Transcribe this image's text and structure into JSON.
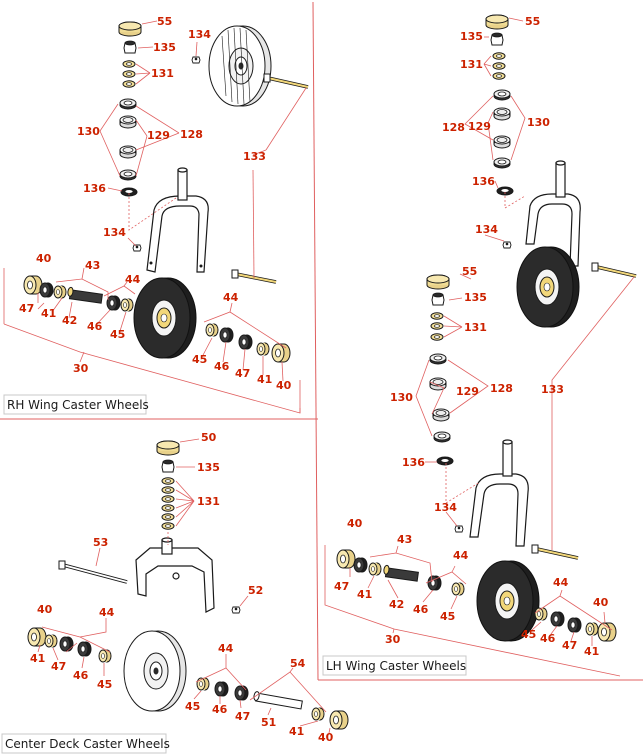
{
  "colors": {
    "callout": "#cc2200",
    "leader": "#e06060",
    "outline": "#1a1a1a",
    "brass": "#f0dc94",
    "tire": "#222222",
    "hub": "#f2d77a"
  },
  "sections": {
    "rh": "RH Wing Caster Wheels",
    "lh": "LH Wing Caster Wheels",
    "center": "Center Deck Caster Wheels"
  },
  "callouts": {
    "rh": {
      "c55": "55",
      "c134a": "134",
      "c135": "135",
      "c131": "131",
      "c130": "130",
      "c129": "129",
      "c128": "128",
      "c133": "133",
      "c136": "136",
      "c134b": "134",
      "c40a": "40",
      "c43": "43",
      "c44a": "44",
      "c47a": "47",
      "c41a": "41",
      "c42": "42",
      "c46a": "46",
      "c45a": "45",
      "c44b": "44",
      "c30": "30",
      "c45b": "45",
      "c46b": "46",
      "c47b": "47",
      "c41b": "41",
      "c40b": "40"
    },
    "lh": {
      "c55a": "55",
      "c135a": "135",
      "c131a": "131",
      "c128a": "128",
      "c129a": "129",
      "c130a": "130",
      "c136a": "136",
      "c134": "134",
      "c55b": "55",
      "c135b": "135",
      "c131b": "131",
      "c133": "133",
      "c130b": "130",
      "c129b": "129",
      "c128b": "128",
      "c136b": "136",
      "c134b": "134",
      "c40a": "40",
      "c43": "43",
      "c44a": "44",
      "c47a": "47",
      "c41a": "41",
      "c42": "42",
      "c46a": "46",
      "c45a": "45",
      "c44b": "44",
      "c30": "30",
      "c40b": "40",
      "c45b": "45",
      "c46b": "46",
      "c47b": "47",
      "c41b": "41"
    },
    "center": {
      "c50": "50",
      "c135": "135",
      "c131": "131",
      "c53": "53",
      "c52": "52",
      "c40a": "40",
      "c44a": "44",
      "c41a": "41",
      "c47a": "47",
      "c46a": "46",
      "c45a": "45",
      "c44b": "44",
      "c54": "54",
      "c45b": "45",
      "c46b": "46",
      "c47b": "47",
      "c51": "51",
      "c41b": "41",
      "c40b": "40"
    }
  }
}
